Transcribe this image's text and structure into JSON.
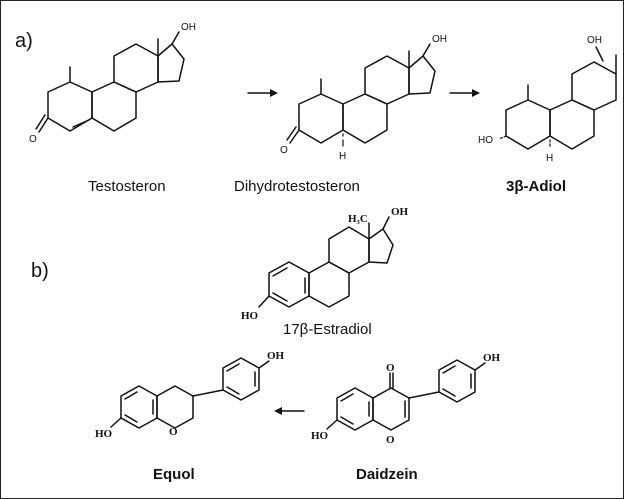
{
  "panels": {
    "a": "a)",
    "b": "b)"
  },
  "compounds": {
    "testosteron": "Testosteron",
    "dht": "Dihydrotestosteron",
    "adiol": "3β-Adiol",
    "estradiol": "17β-Estradiol",
    "equol": "Equol",
    "daidzein": "Daidzein"
  },
  "atoms": {
    "oh": "OH",
    "o": "O",
    "h": "H",
    "ho": "HO",
    "h3c": "H₃C",
    "oh_serif": "OH",
    "ho_serif": "HO",
    "o_serif": "O",
    "o_ring": "O"
  }
}
